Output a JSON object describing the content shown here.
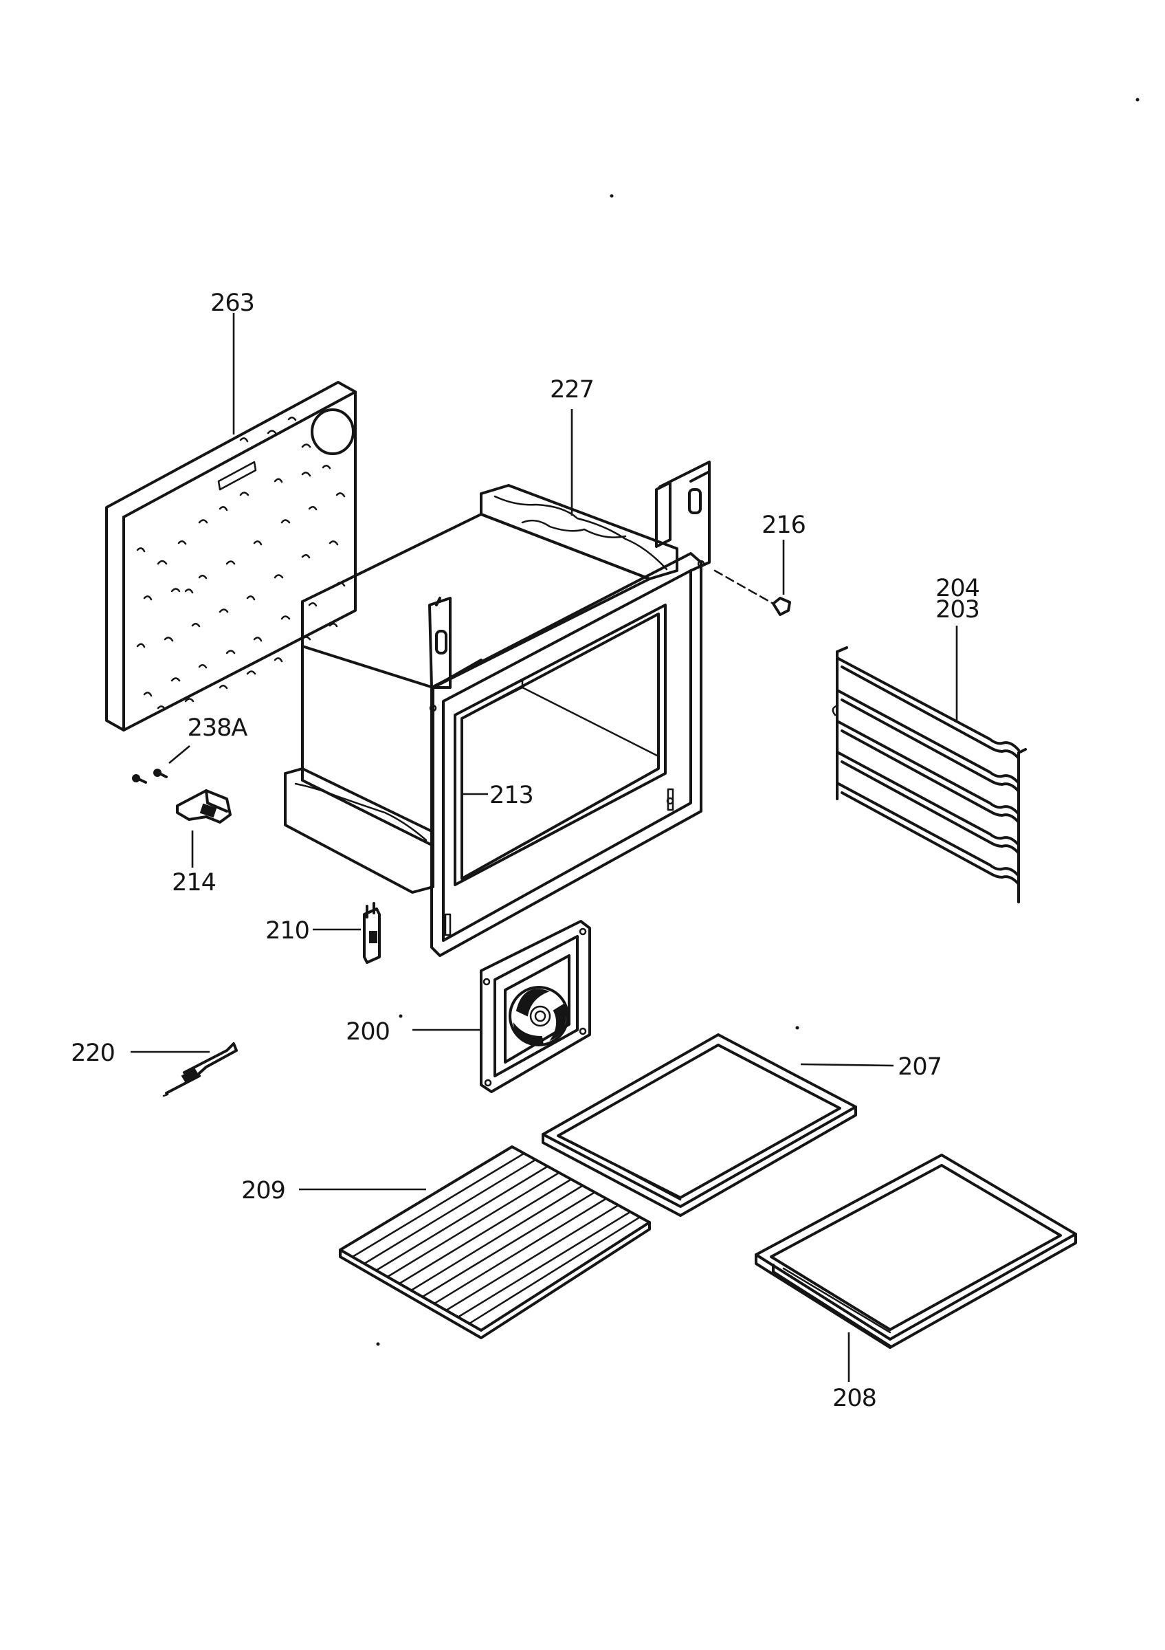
{
  "parts": [
    {
      "id": "263",
      "label": "263"
    },
    {
      "id": "227",
      "label": "227"
    },
    {
      "id": "216",
      "label": "216"
    },
    {
      "id": "204",
      "label": "204"
    },
    {
      "id": "203",
      "label": "203"
    },
    {
      "id": "238A",
      "label": "238A"
    },
    {
      "id": "213",
      "label": "213"
    },
    {
      "id": "214",
      "label": "214"
    },
    {
      "id": "210",
      "label": "210"
    },
    {
      "id": "200",
      "label": "200"
    },
    {
      "id": "220",
      "label": "220"
    },
    {
      "id": "207",
      "label": "207"
    },
    {
      "id": "209",
      "label": "209"
    },
    {
      "id": "208",
      "label": "208"
    }
  ],
  "colors": {
    "ink": "#151515",
    "paper": "#ffffff"
  }
}
